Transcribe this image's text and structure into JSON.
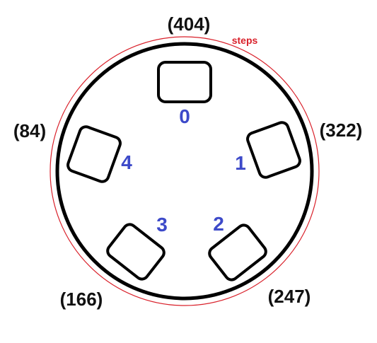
{
  "diagram": {
    "caption": "steps",
    "colors": {
      "outline": "#000000",
      "steps_ring": "#d9202a",
      "index_text": "#3d4ac9",
      "step_text": "#111111"
    },
    "slots": [
      {
        "index": "0",
        "steps": "(404)"
      },
      {
        "index": "1",
        "steps": "(322)"
      },
      {
        "index": "2",
        "steps": "(247)"
      },
      {
        "index": "3",
        "steps": "(166)"
      },
      {
        "index": "4",
        "steps": "(84)"
      }
    ]
  }
}
